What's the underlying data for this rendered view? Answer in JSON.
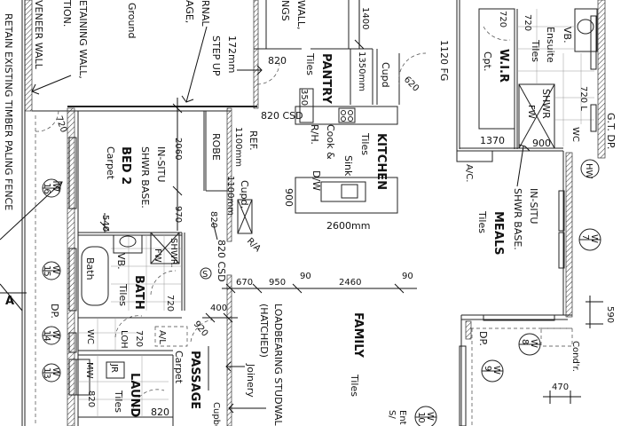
{
  "notes": {
    "fence": "RETAIN EXISTING TIMBER PALING FENCE",
    "veneer": "VENEER WALL",
    "retaining_1": "ETAINING WALL,",
    "retaining_2": "TION.",
    "ground": "Ground",
    "external_1": "RNAL",
    "external_2": "AGE,",
    "step_1": "172mm",
    "step_2": "STEP UP",
    "studwall_1": "WALL,",
    "studwall_2": "NGS",
    "loadbearing_1": "LOADBEARING STUDWALL",
    "loadbearing_2": "(HATCHED)",
    "joinery": "Joinery",
    "section": "A"
  },
  "rooms": {
    "pantry": "PANTRY",
    "pantry_floor": "Tiles",
    "kitchen": "KITCHEN",
    "kitchen_floor": "Tiles",
    "cook": "Cook &",
    "rh": "R/H.",
    "sink": "Sink",
    "dw": "D/W",
    "ref": "REF.",
    "ref_size": "1100mm",
    "robe": "ROBE",
    "bed2": "BED 2",
    "bed2_floor": "Carpet",
    "insitu_1": "IN-SITU",
    "insitu_2": "SHWR BASE.",
    "cupd": "Cupd",
    "cupd2": "Cupd.",
    "cupd2_size": "1100mm",
    "wir": "W.I.R",
    "wir_floor": "Cpt.",
    "ensuite": "Ensuite",
    "ensuite_floor": "Tiles",
    "vb": "VB.",
    "shwr": "SHWR",
    "fw": "FW",
    "wc": "WC",
    "hw": "HW",
    "ac": "A/C.",
    "meals": "MEALS",
    "meals_floor": "Tiles",
    "ra": "R/A",
    "bath_tub": "Bath",
    "bath": "BATH",
    "bath_floor": "Tiles",
    "bath_vb": "VB.",
    "bath_shwr": "SHWR.",
    "bath_fw": "FW",
    "wc2": "WC",
    "loh": "LOH",
    "al": "A/L",
    "passage": "PASSAGE",
    "passage_floor": "Carpet",
    "jr": "JR",
    "mw": "MW",
    "laund": "LAUND",
    "laund_floor": "Tiles",
    "cupboard": "Cupbo",
    "family": "FAMILY",
    "family_floor": "Tiles",
    "dp1": "DP.",
    "dp2": "DP.",
    "gtdp": "G.T. DP.",
    "condr": "Cond'r.",
    "ent_1": "Ent",
    "ent_2": "S/",
    "s_mark": "S"
  },
  "dimensions": {
    "d820_top": "820",
    "d1400": "1400",
    "d1350": "1350mm",
    "d620": "620",
    "d1120": "1120 FG",
    "d350": "350",
    "csd_top": "820 CSD",
    "d2060": "2060",
    "d900_k": "900",
    "d2600": "2600mm",
    "d720_bed": "720",
    "d720_wir": "720",
    "d720_ens": "720",
    "d720l": "720 L",
    "d1370": "1370",
    "d900_shwr": "900",
    "d540": "540",
    "d970": "970",
    "d820_mid": "820",
    "csd_mid": "820 CSD",
    "d670": "670",
    "d950": "950",
    "d90a": "90",
    "d2460": "2460",
    "d90b": "90",
    "d400": "400",
    "d720_bath": "720",
    "d720_loh": "720",
    "d920": "920",
    "d820_laund": "820",
    "d820_laund2": "820",
    "d590": "590",
    "d470": "470"
  },
  "windows": [
    "16",
    "15",
    "14",
    "13",
    "7",
    "8",
    "9",
    "10"
  ],
  "window_prefix": "W"
}
